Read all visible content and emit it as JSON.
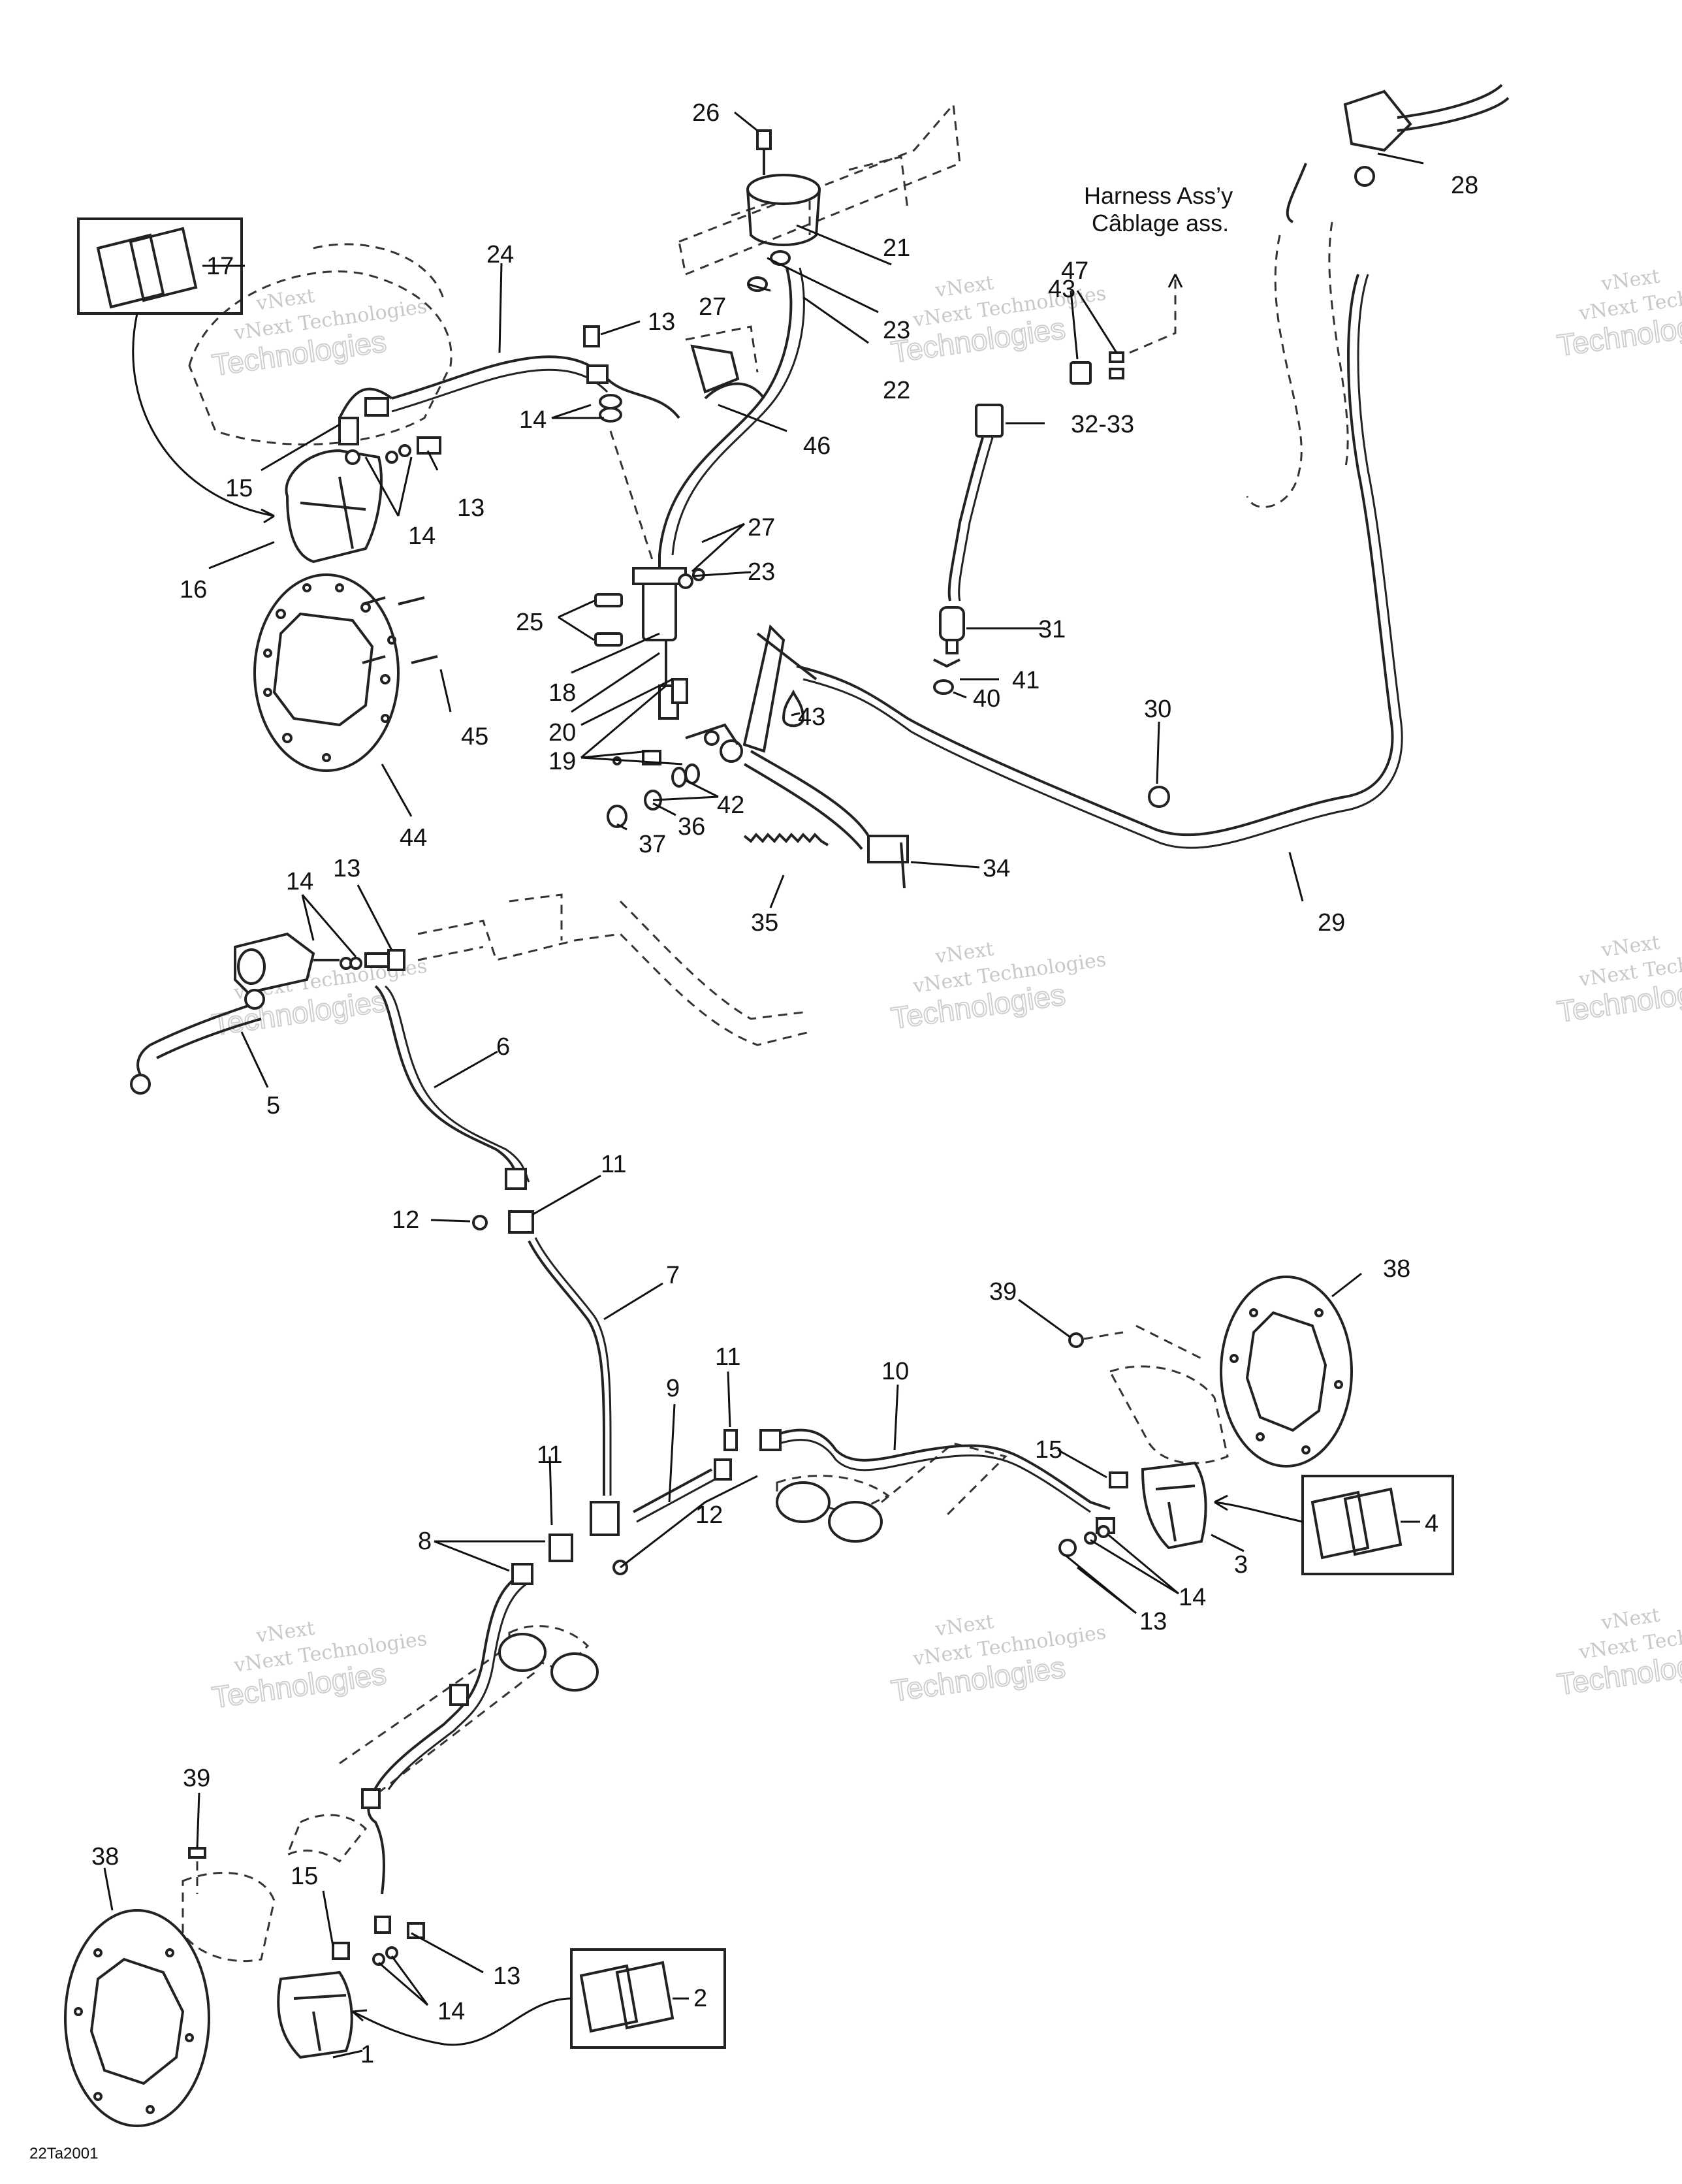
{
  "harness_label": [
    "Harness Ass’y",
    "Câblage ass."
  ],
  "figure_code": "22Ta2001",
  "watermark": [
    "vNext",
    "vNext Technologies",
    "Technologies"
  ],
  "callouts": {
    "c26": "26",
    "c21": "21",
    "c23a": "23",
    "c27a": "27",
    "c22": "22",
    "c46": "46",
    "c43a": "43",
    "c47": "47",
    "c28": "28",
    "c32": "32-33",
    "c31": "31",
    "c41": "41",
    "c40": "40",
    "c17": "17",
    "c24": "24",
    "c13a": "13",
    "c14a": "14",
    "c15a": "15",
    "c14b": "14",
    "c13b": "13",
    "c16": "16",
    "c27b": "27",
    "c23b": "23",
    "c25": "25",
    "c18": "18",
    "c20": "20",
    "c19": "19",
    "c43b": "43",
    "c42": "42",
    "c36": "36",
    "c37": "37",
    "c34": "34",
    "c35": "35",
    "c30": "30",
    "c29": "29",
    "c44": "44",
    "c45": "45",
    "c14c": "14",
    "c13c": "13",
    "c5": "5",
    "c6": "6",
    "c11a": "11",
    "c12a": "12",
    "c7": "7",
    "c39a": "39",
    "c38a": "38",
    "c11b": "11",
    "c10": "10",
    "c9": "9",
    "c11c": "11",
    "c12b": "12",
    "c8": "8",
    "c15b": "15",
    "c4": "4",
    "c3": "3",
    "c14d": "14",
    "c13d": "13",
    "c39b": "39",
    "c38b": "38",
    "c15c": "15",
    "c13e": "13",
    "c14e": "14",
    "c2": "2",
    "c1": "1"
  }
}
